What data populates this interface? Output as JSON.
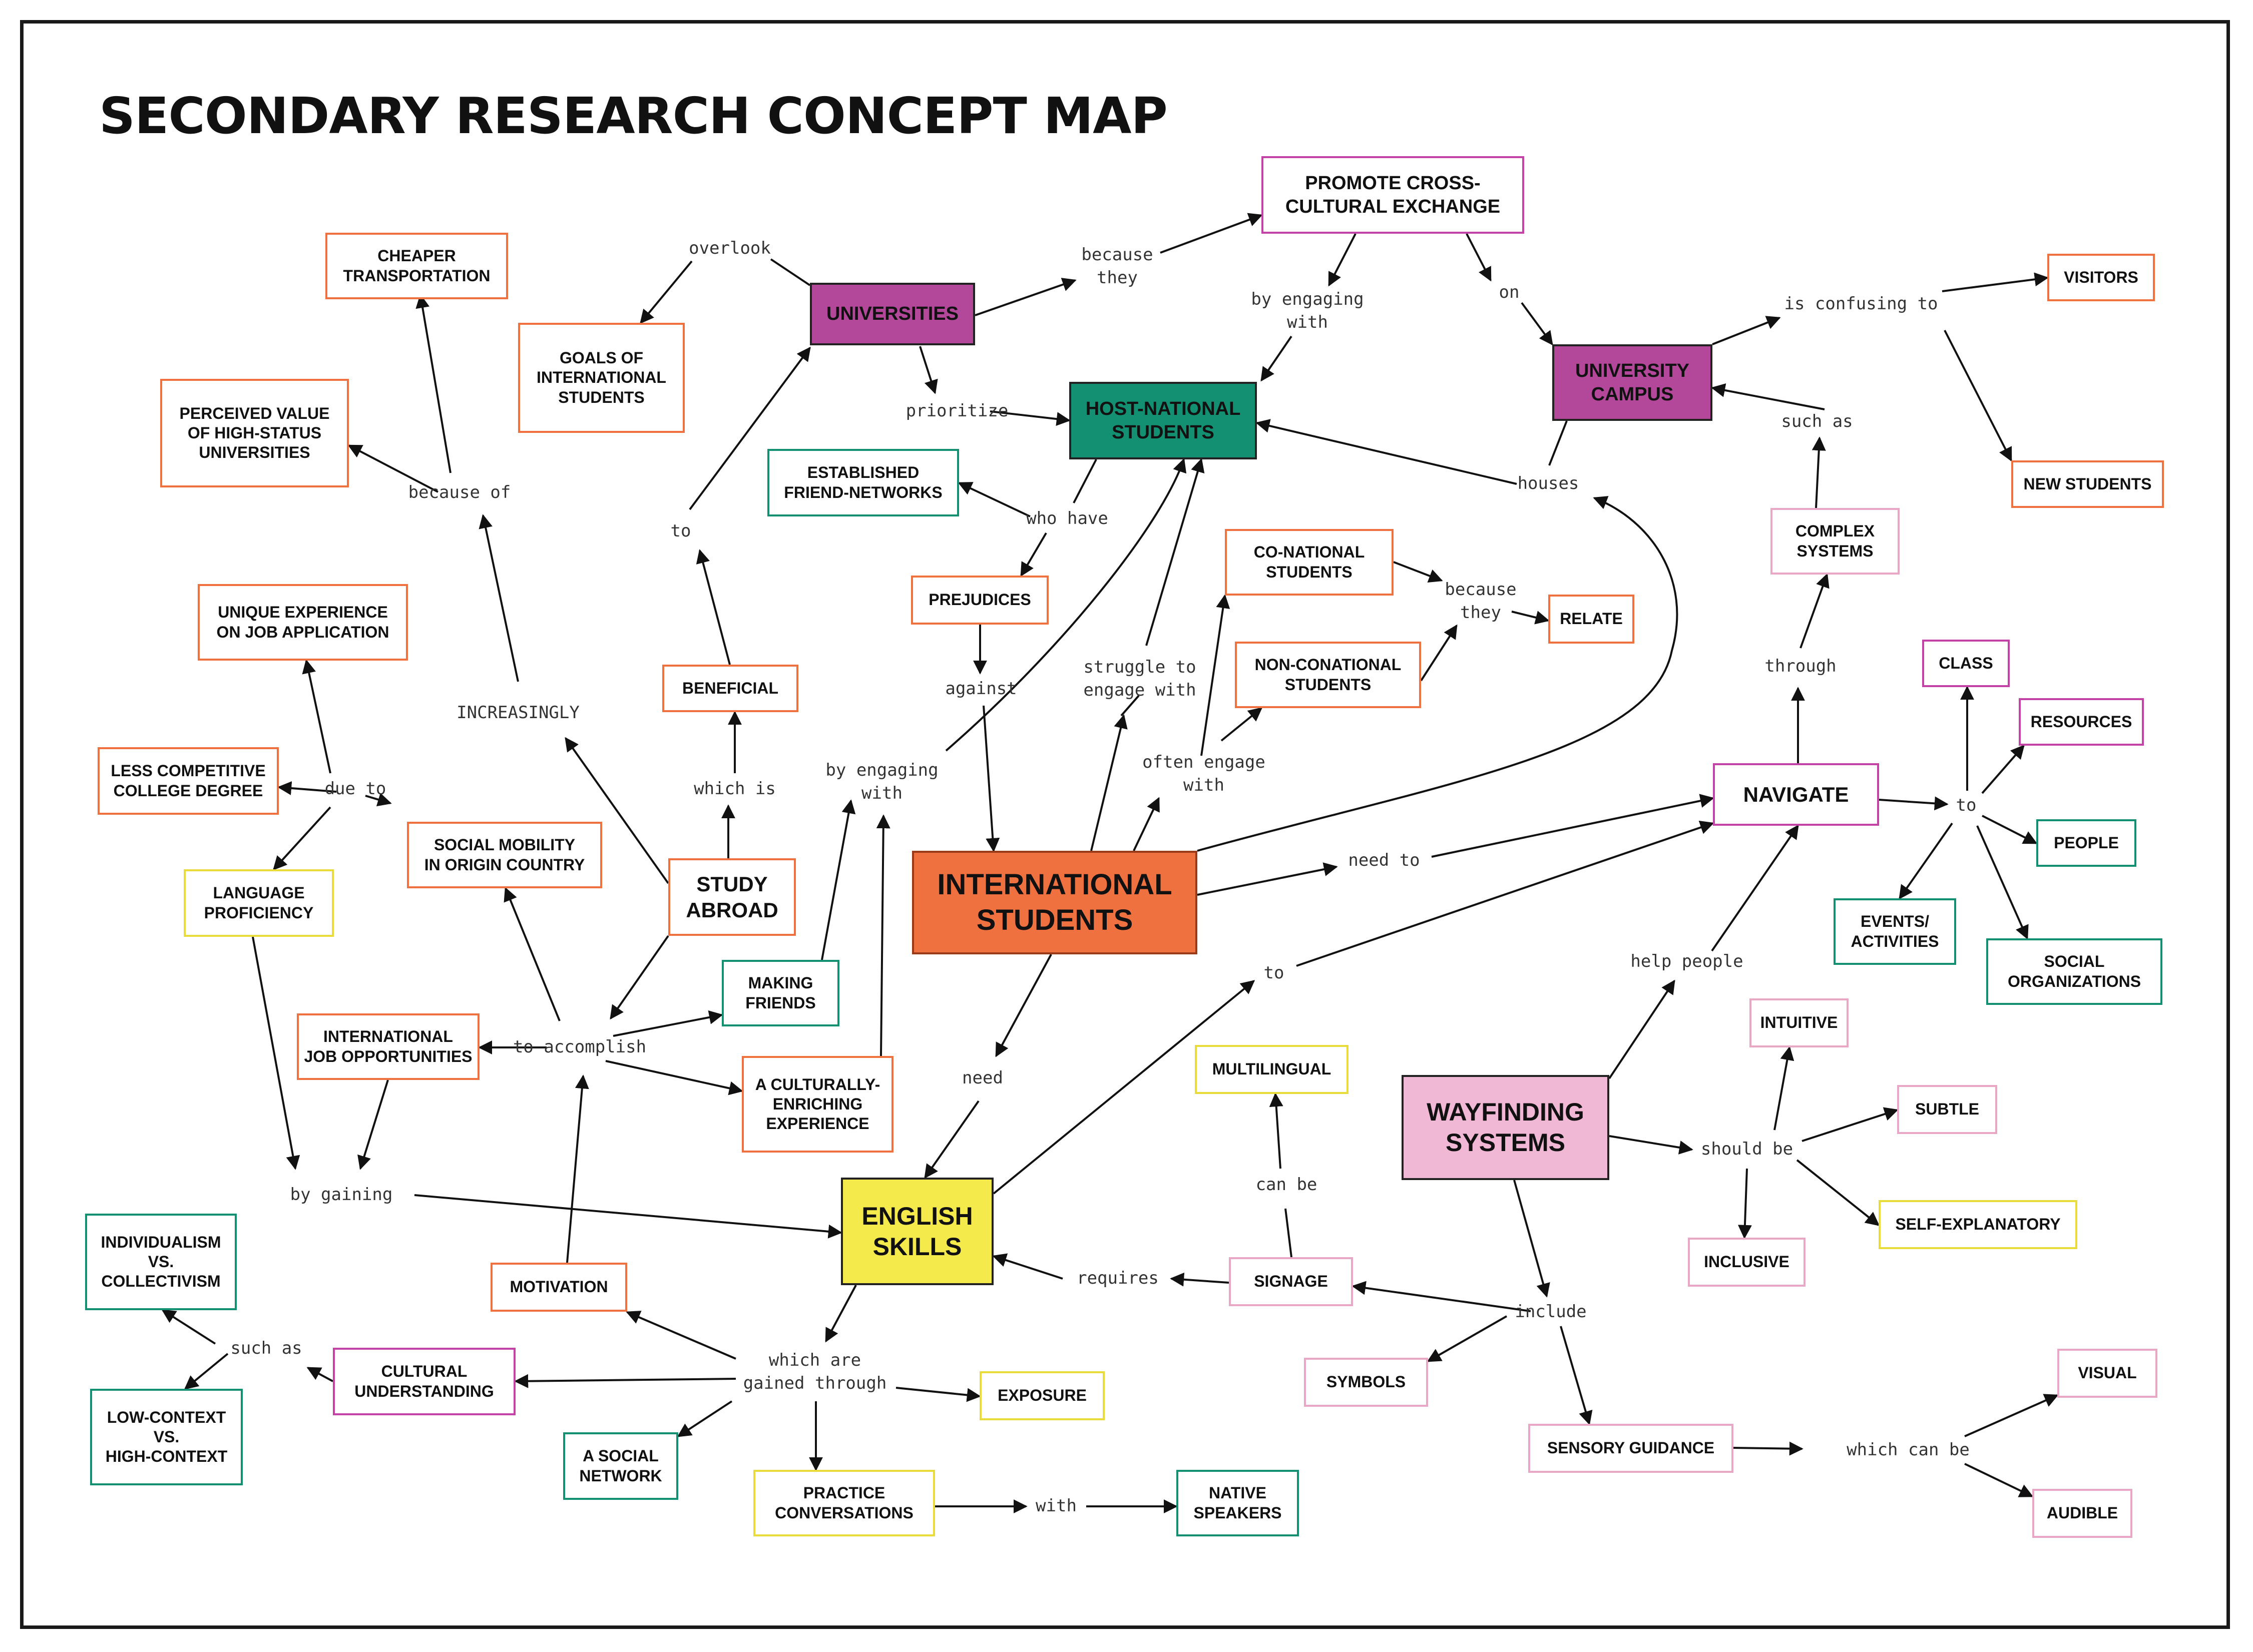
{
  "title": "SECONDARY RESEARCH CONCEPT MAP",
  "colors": {
    "orange": "#f07140",
    "purple": "#b3489a",
    "teal": "#138f72",
    "yellow": "#f5ea4b",
    "yellow_border": "#e9dc3a",
    "pink": "#f0b8d4",
    "pink_border": "#e8a7c5",
    "magenta_border": "#c242a6",
    "line": "#111111"
  },
  "nodes": {
    "international_students": "INTERNATIONAL\nSTUDENTS",
    "universities": "UNIVERSITIES",
    "host_national_students": "HOST-NATIONAL\nSTUDENTS",
    "university_campus": "UNIVERSITY\nCAMPUS",
    "english_skills": "ENGLISH\nSKILLS",
    "wayfinding_systems": "WAYFINDING\nSYSTEMS",
    "promote_cross_cultural_exchange": "PROMOTE CROSS-\nCULTURAL EXCHANGE",
    "navigate": "NAVIGATE",
    "study_abroad": "STUDY\nABROAD",
    "cheaper_transportation": "CHEAPER\nTRANSPORTATION",
    "goals_of_international_students": "GOALS OF\nINTERNATIONAL\nSTUDENTS",
    "perceived_value": "PERCEIVED VALUE\nOF HIGH-STATUS\nUNIVERSITIES",
    "unique_experience": "UNIQUE EXPERIENCE\nON JOB APPLICATION",
    "less_competitive_degree": "LESS COMPETITIVE\nCOLLEGE DEGREE",
    "social_mobility": "SOCIAL MOBILITY\nIN ORIGIN COUNTRY",
    "language_proficiency": "LANGUAGE\nPROFICIENCY",
    "international_job_opportunities": "INTERNATIONAL\nJOB OPPORTUNITIES",
    "beneficial": "BENEFICIAL",
    "making_friends": "MAKING\nFRIENDS",
    "culturally_enriching": "A CULTURALLY-\nENRICHING\nEXPERIENCE",
    "established_friend_networks": "ESTABLISHED\nFRIEND-NETWORKS",
    "prejudices": "PREJUDICES",
    "co_national_students": "CO-NATIONAL\nSTUDENTS",
    "non_conational_students": "NON-CONATIONAL\nSTUDENTS",
    "relate": "RELATE",
    "visitors": "VISITORS",
    "new_students": "NEW STUDENTS",
    "complex_systems": "COMPLEX\nSYSTEMS",
    "class": "CLASS",
    "resources": "RESOURCES",
    "people": "PEOPLE",
    "events_activities": "EVENTS/\nACTIVITIES",
    "social_organizations": "SOCIAL\nORGANIZATIONS",
    "intuitive": "INTUITIVE",
    "subtle": "SUBTLE",
    "self_explanatory": "SELF-EXPLANATORY",
    "inclusive": "INCLUSIVE",
    "multilingual": "MULTILINGUAL",
    "signage": "SIGNAGE",
    "symbols": "SYMBOLS",
    "sensory_guidance": "SENSORY GUIDANCE",
    "visual": "VISUAL",
    "audible": "AUDIBLE",
    "individualism": "INDIVIDUALISM\nVS.\nCOLLECTIVISM",
    "low_context": "LOW-CONTEXT\nVS.\nHIGH-CONTEXT",
    "cultural_understanding": "CULTURAL\nUNDERSTANDING",
    "motivation": "MOTIVATION",
    "exposure": "EXPOSURE",
    "a_social_network": "A SOCIAL\nNETWORK",
    "practice_conversations": "PRACTICE\nCONVERSATIONS",
    "native_speakers": "NATIVE\nSPEAKERS"
  },
  "links": {
    "overlook": "overlook",
    "because_they_1": "because\nthey",
    "by_engaging_with_1": "by engaging\nwith",
    "on": "on",
    "is_confusing_to": "is confusing to",
    "such_as_1": "such as",
    "prioritize": "prioritize",
    "who_have": "who have",
    "houses": "houses",
    "because_of": "because of",
    "to_1": "to",
    "against": "against",
    "because_they_2": "because\nthey",
    "struggle_to_engage_with": "struggle to\nengage with",
    "increasingly": "INCREASINGLY",
    "through": "through",
    "due_to": "due to",
    "which_is": "which is",
    "by_engaging_with_2": "by engaging\nwith",
    "often_engage_with": "often engage\nwith",
    "need_to": "need to",
    "to_2": "to",
    "to_3": "to",
    "help_people": "help people",
    "to_accomplish": "to accomplish",
    "need": "need",
    "can_be": "can be",
    "should_be": "should be",
    "by_gaining": "by gaining",
    "requires": "requires",
    "include": "include",
    "such_as_2": "such as",
    "which_are_gained_through": "which are\ngained through",
    "which_can_be": "which can be",
    "with": "with"
  }
}
